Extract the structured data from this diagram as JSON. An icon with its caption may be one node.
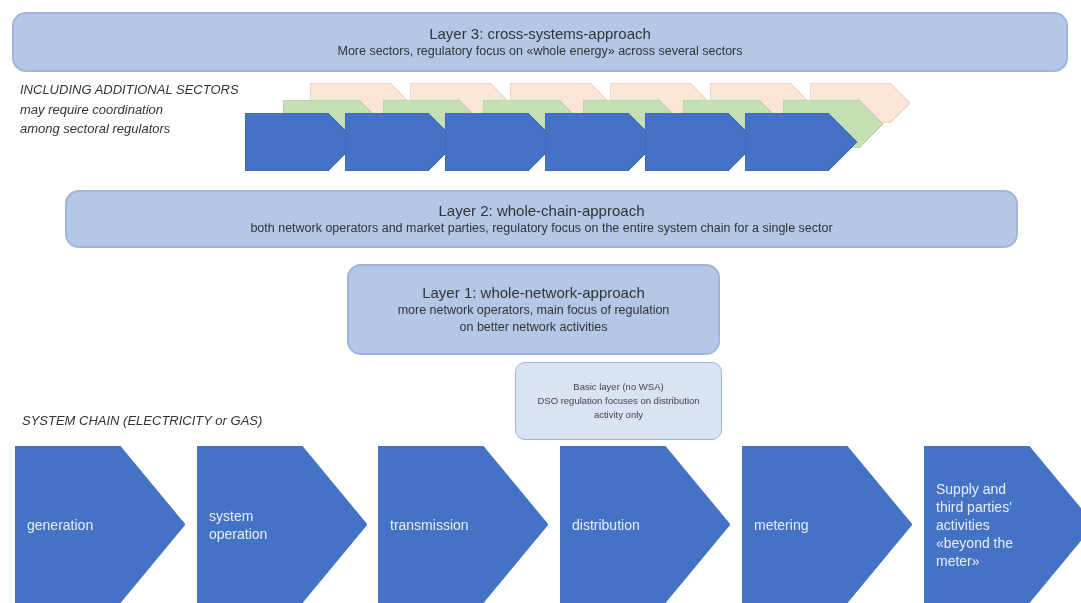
{
  "diagram": {
    "nodes": [
      {
        "text": [
          "Layer 3: cross-systems-approach",
          "More sectors, regulatory focus on «whole energy» across several sectors"
        ]
      },
      {
        "text": [],
        "shape": "chevron"
      },
      {
        "text": [],
        "shape": "chevron"
      },
      {
        "text": [],
        "shape": "chevron"
      },
      {
        "text": [],
        "shape": "chevron"
      },
      {
        "text": [],
        "shape": "chevron"
      },
      {
        "text": [],
        "shape": "chevron"
      },
      {
        "text": [],
        "shape": "chevron"
      },
      {
        "text": [],
        "shape": "chevron"
      },
      {
        "text": [],
        "shape": "chevron"
      },
      {
        "text": [],
        "shape": "chevron"
      },
      {
        "text": [],
        "shape": "chevron"
      },
      {
        "text": [],
        "shape": "chevron"
      },
      {
        "text": [],
        "shape": "chevron"
      },
      {
        "text": [],
        "shape": "chevron"
      },
      {
        "text": [],
        "shape": "chevron"
      },
      {
        "text": [],
        "shape": "chevron"
      },
      {
        "text": [],
        "shape": "chevron"
      },
      {
        "text": [],
        "shape": "chevron"
      },
      {
        "text": [
          "Layer 2: whole-chain-approach",
          "both network operators and market parties, regulatory focus on the entire system chain for a single sector"
        ]
      },
      {
        "text": [
          "Layer 1: whole-network-approach",
          "more network operators, main focus of regulation on better network activities"
        ]
      },
      {
        "text": [
          "Basic layer (no WSA)",
          "DSO regulation focuses on distribution activity only"
        ]
      },
      {
        "text": [
          "generation"
        ]
      },
      {
        "text": [
          "system operation"
        ]
      },
      {
        "text": [
          "transmission"
        ]
      },
      {
        "text": [
          "distribution"
        ]
      },
      {
        "text": [
          "metering"
        ]
      },
      {
        "text": [
          "Supply and third parties' activities «beyond the meter»"
        ]
      }
    ],
    "labels": [
      "INCLUDING ADDITIONAL SECTORS",
      "may require coordination among sectoral regulators",
      "SYSTEM CHAIN (ELECTRICITY or GAS)"
    ]
  }
}
